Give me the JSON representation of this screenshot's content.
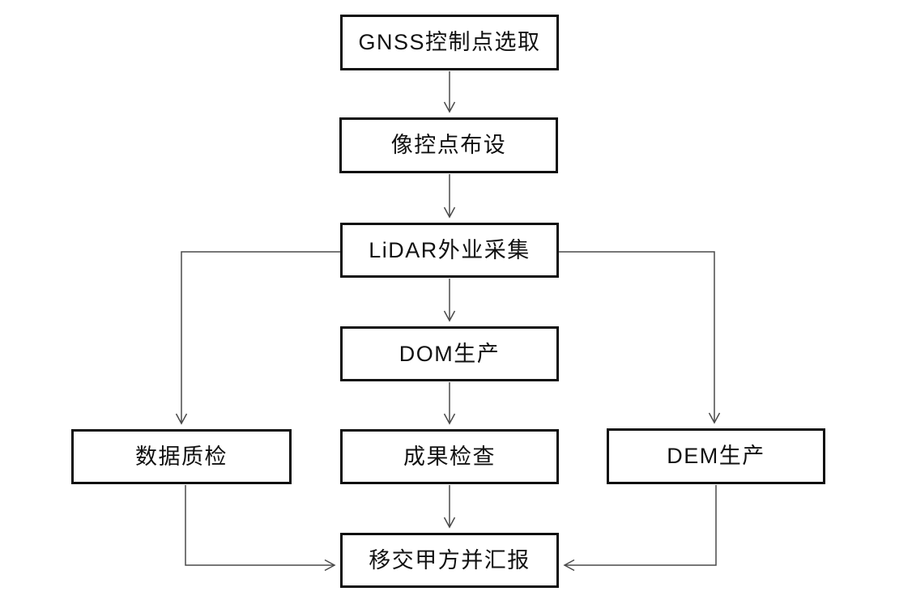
{
  "diagram": {
    "type": "flowchart",
    "nodes": [
      {
        "id": "gnss",
        "label": "GNSS控制点选取"
      },
      {
        "id": "photo",
        "label": "像控点布设"
      },
      {
        "id": "lidar",
        "label": "LiDAR外业采集"
      },
      {
        "id": "dom",
        "label": "DOM生产"
      },
      {
        "id": "qc",
        "label": "数据质检"
      },
      {
        "id": "check",
        "label": "成果检查"
      },
      {
        "id": "dem",
        "label": "DEM生产"
      },
      {
        "id": "handover",
        "label": "移交甲方并汇报"
      }
    ],
    "edges": [
      {
        "from": "gnss",
        "to": "photo"
      },
      {
        "from": "photo",
        "to": "lidar"
      },
      {
        "from": "lidar",
        "to": "dom"
      },
      {
        "from": "lidar",
        "to": "qc"
      },
      {
        "from": "lidar",
        "to": "dem"
      },
      {
        "from": "dom",
        "to": "check"
      },
      {
        "from": "check",
        "to": "handover"
      },
      {
        "from": "qc",
        "to": "handover"
      },
      {
        "from": "dem",
        "to": "handover"
      }
    ]
  },
  "colors": {
    "background": "#ffffff",
    "box_border": "#0f0f0f",
    "text": "#111111",
    "line": "#4a4a4a"
  }
}
